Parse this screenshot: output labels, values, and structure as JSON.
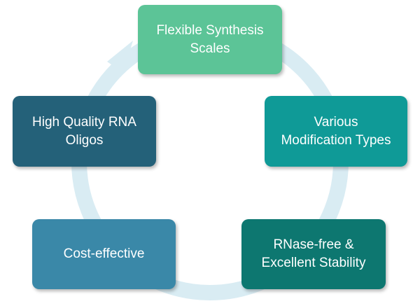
{
  "diagram": {
    "type": "cycle",
    "colors": {
      "ring": "#d9ecf3",
      "arrowhead": "#d9ecf3"
    },
    "nodes": [
      {
        "id": "top",
        "label": "Flexible Synthesis\nScales",
        "color": "#5cc497"
      },
      {
        "id": "right",
        "label": "Various\nModification Types",
        "color": "#0f9a97"
      },
      {
        "id": "br",
        "label": "RNase-free &\nExcellent Stability",
        "color": "#0d7770"
      },
      {
        "id": "bl",
        "label": "Cost-effective",
        "color": "#3a88a8"
      },
      {
        "id": "left",
        "label": "High Quality RNA\nOligos",
        "color": "#246179"
      }
    ]
  }
}
